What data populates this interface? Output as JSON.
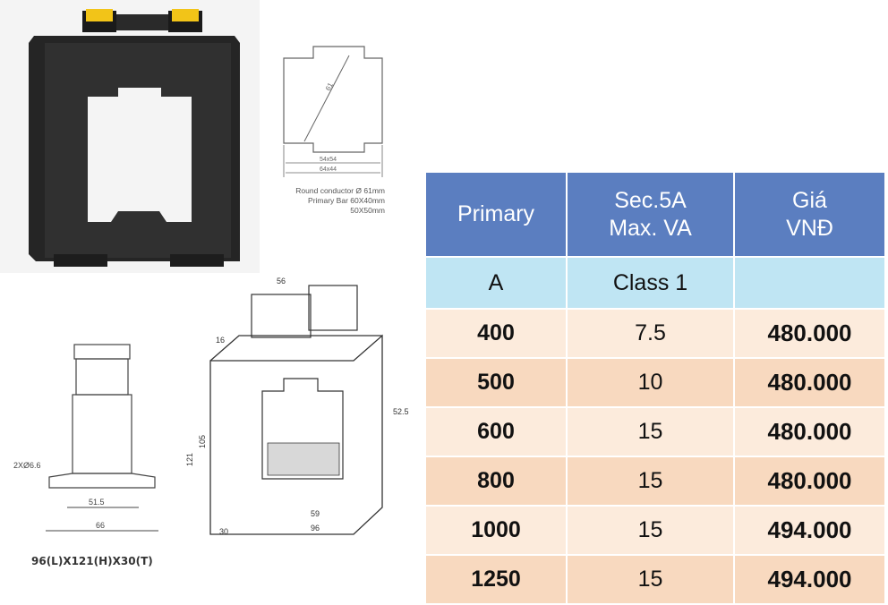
{
  "drawing_note": {
    "lines": [
      "Round conductor Ø 61mm",
      "Primary Bar 60X40mm",
      "50X50mm"
    ]
  },
  "dims_caption": "96(L)X121(H)X30(T)",
  "table": {
    "headers": [
      "Primary",
      "Sec.5A\nMax. VA",
      "Giá\nVNĐ"
    ],
    "header_lines": {
      "primary": "Primary",
      "sec_line1": "Sec.5A",
      "sec_line2": "Max. VA",
      "price_line1": "Giá",
      "price_line2": "VNĐ"
    },
    "units": [
      "A",
      "Class 1",
      ""
    ],
    "rows": [
      {
        "primary": "400",
        "va": "7.5",
        "price": "480.000"
      },
      {
        "primary": "500",
        "va": "10",
        "price": "480.000"
      },
      {
        "primary": "600",
        "va": "15",
        "price": "480.000"
      },
      {
        "primary": "800",
        "va": "15",
        "price": "480.000"
      },
      {
        "primary": "1000",
        "va": "15",
        "price": "494.000"
      },
      {
        "primary": "1250",
        "va": "15",
        "price": "494.000"
      }
    ]
  },
  "colors": {
    "header_bg": "#5b7ec0",
    "unit_row_bg": "#bfe5f3",
    "row_light": "#fcebdc",
    "row_dark": "#f8d9bf"
  }
}
